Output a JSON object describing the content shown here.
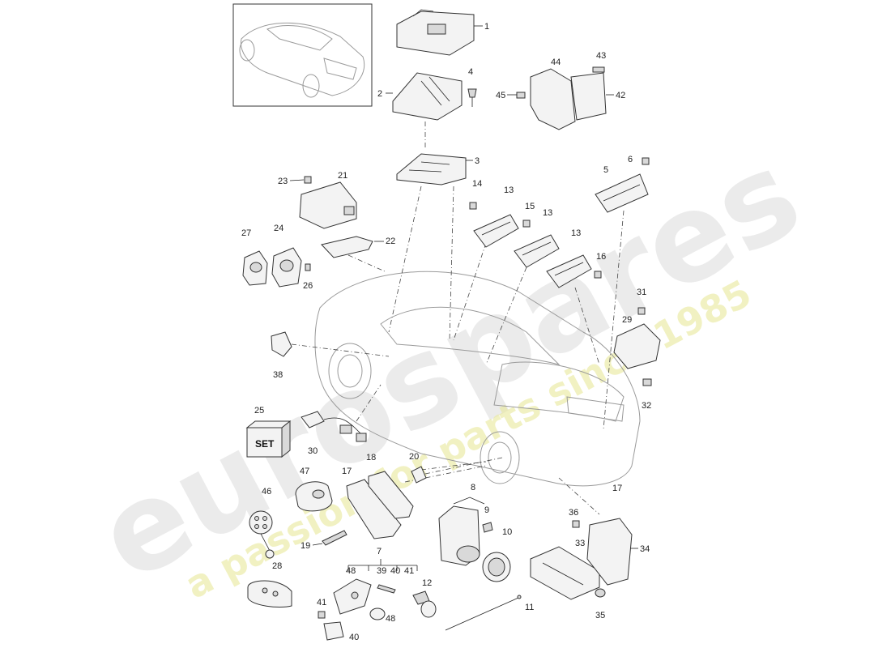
{
  "diagram": {
    "watermark": {
      "brand": "eurospares",
      "tagline": "a passion for parts since 1985",
      "brand_color": "#d8d8d8",
      "tagline_color": "#eeeea0"
    },
    "callouts": {
      "n1": "1",
      "n2": "2",
      "n3": "3",
      "n4": "4",
      "n5": "5",
      "n6": "6",
      "n7": "7",
      "n8": "8",
      "n9": "9",
      "n10": "10",
      "n11": "11",
      "n12": "12",
      "n13a": "13",
      "n13b": "13",
      "n13c": "13",
      "n14": "14",
      "n15": "15",
      "n16": "16",
      "n17a": "17",
      "n17b": "17",
      "n18": "18",
      "n19": "19",
      "n20": "20",
      "n21": "21",
      "n22": "22",
      "n23": "23",
      "n24": "24",
      "n25": "25",
      "n26": "26",
      "n27": "27",
      "n28": "28",
      "n29": "29",
      "n30": "30",
      "n31": "31",
      "n32": "32",
      "n33": "33",
      "n34": "34",
      "n35": "35",
      "n36": "36",
      "n38": "38",
      "n39": "39",
      "n40a": "40",
      "n40b": "40",
      "n41a": "41",
      "n41b": "41",
      "n42": "42",
      "n43": "43",
      "n44": "44",
      "n45": "45",
      "n46": "46",
      "n47": "47",
      "n48a": "48",
      "n48b": "48"
    },
    "set_box_text": "SET"
  }
}
